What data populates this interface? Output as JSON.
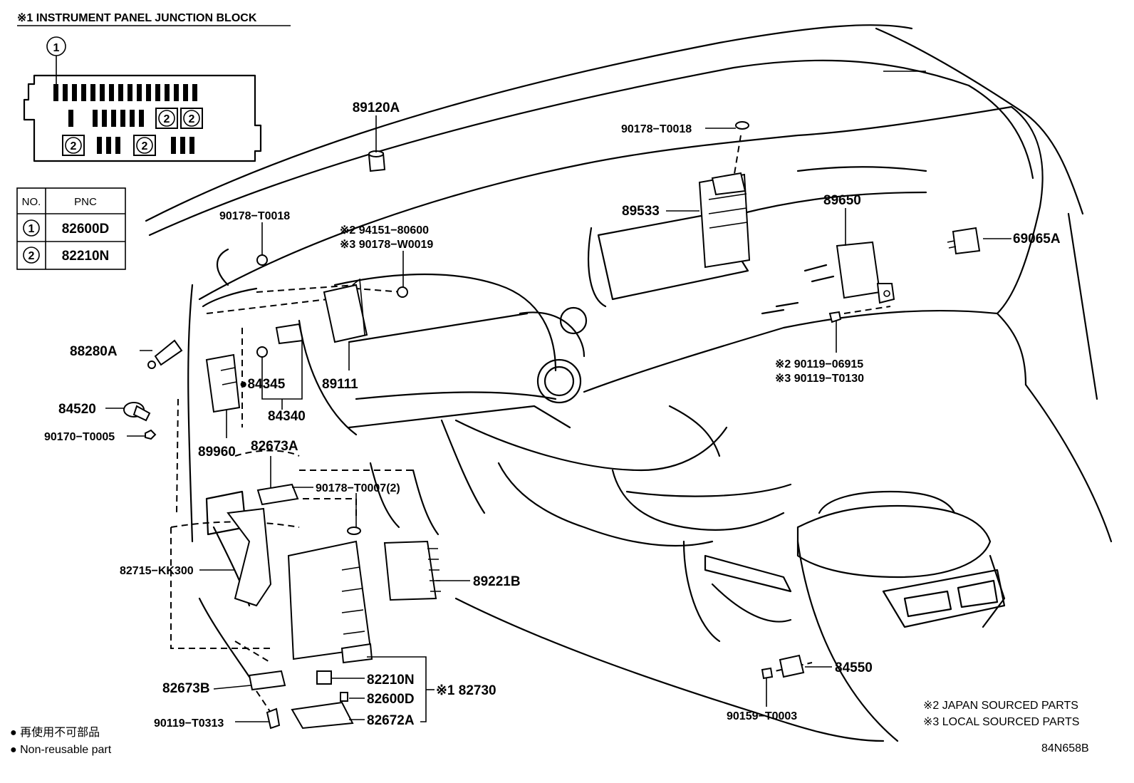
{
  "junction_block": {
    "title": "※1 INSTRUMENT PANEL JUNCTION BLOCK",
    "callout_numbers": [
      "1",
      "2",
      "2",
      "2",
      "2"
    ]
  },
  "legend_table": {
    "headers": [
      "NO.",
      "PNC"
    ],
    "rows": [
      {
        "no": "1",
        "pnc": "82600D"
      },
      {
        "no": "2",
        "pnc": "82210N"
      }
    ]
  },
  "part_labels": {
    "p89120A": "89120A",
    "p90178_T0018_top": "90178−T0018",
    "p90178_T0018_left": "90178−T0018",
    "p94151_80600": "※2 94151−80600",
    "p90178_W0019": "※3 90178−W0019",
    "p89533": "89533",
    "p89650": "89650",
    "p69065A": "69065A",
    "p88280A": "88280A",
    "p84345": "●84345",
    "p89111": "89111",
    "p84340": "84340",
    "p84520": "84520",
    "p90170_T0005": "90170−T0005",
    "p89960": "89960",
    "p82673A": "82673A",
    "p90178_T0007": "90178−T0007(2)",
    "p90119_06915": "※2 90119−06915",
    "p90119_T0130": "※3 90119−T0130",
    "p82715_KK300": "82715−KK300",
    "p89221B": "89221B",
    "p82673B": "82673B",
    "p90119_T0313": "90119−T0313",
    "p82210N": "82210N",
    "p82600D": "82600D",
    "p82672A": "82672A",
    "p82730": "※1 82730",
    "p84550": "84550",
    "p90159_T0003": "90159−T0003"
  },
  "footnotes": {
    "japan": "※2 JAPAN SOURCED PARTS",
    "local": "※3 LOCAL SOURCED PARTS",
    "nonreusable_jp": "● 再使用不可部品",
    "nonreusable_en": "● Non-reusable part",
    "diagram_id": "84N658B"
  }
}
